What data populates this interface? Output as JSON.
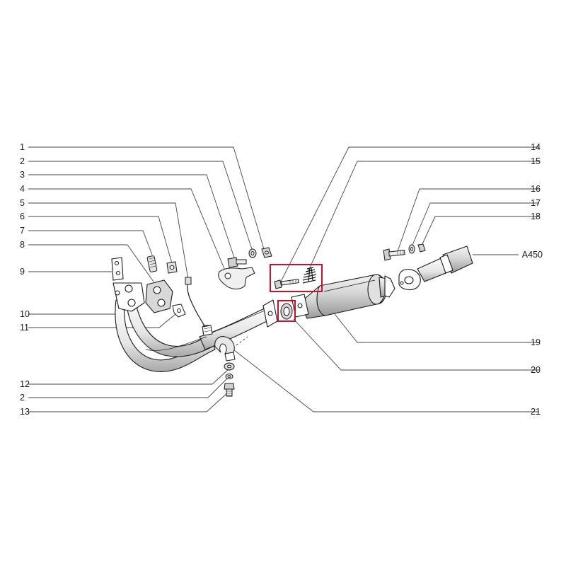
{
  "callouts": {
    "left": [
      "1",
      "2",
      "3",
      "4",
      "5",
      "6",
      "7",
      "8",
      "9",
      "10",
      "11",
      "12",
      "2",
      "13"
    ],
    "right": [
      "14",
      "15",
      "16",
      "17",
      "18",
      "19",
      "20",
      "21"
    ],
    "reference": "A450"
  },
  "colors": {
    "line": "#1a1a1a",
    "leader": "#444444",
    "highlight": "#c8102e",
    "part_fill": "#ffffff",
    "shade": "#bdbdbd",
    "dark_shade": "#8a8a8a"
  }
}
